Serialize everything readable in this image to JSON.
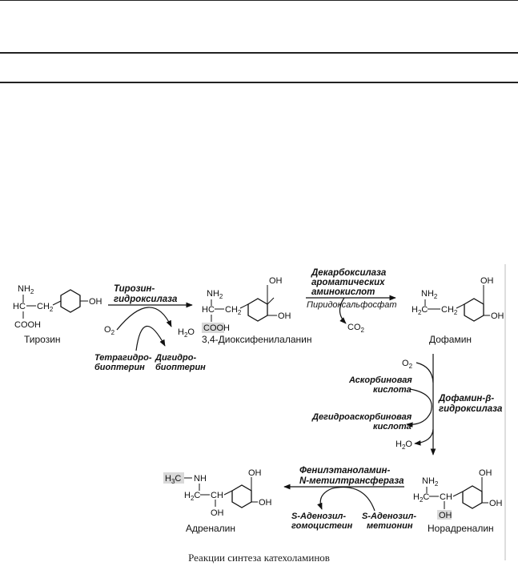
{
  "compounds": {
    "tyrosine": "Тирозин",
    "dopa": "3,4-Диоксифенилаланин",
    "dopamine": "Дофамин",
    "noradrenaline": "Норадреналин",
    "adrenaline": "Адреналин"
  },
  "enzymes": {
    "tyrosine_hydroxylase_1": "Тирозин-",
    "tyrosine_hydroxylase_2": "гидроксилаза",
    "decarboxylase_1": "Декарбоксилаза",
    "decarboxylase_2": "ароматических",
    "decarboxylase_3": "аминокислот",
    "dopamine_bh_1": "Дофамин-β-",
    "dopamine_bh_2": "гидроксилаза",
    "pnmt_1": "Фенилэтаноламин-",
    "pnmt_2": "N-метилтрансфераза"
  },
  "cofactors": {
    "thb_1": "Тетрагидро-",
    "thb_2": "биоптерин",
    "dhb_1": "Дигидро-",
    "dhb_2": "биоптерин",
    "plp": "Пиридоксальфосфат",
    "ascorbic_1": "Аскорбиновая",
    "ascorbic_2": "кислота",
    "dehydroascorbic_1": "Дегидроаскорбиновая",
    "dehydroascorbic_2": "кислота",
    "sam_1": "S-Аденозил-",
    "sam_2": "метионин",
    "sah_1": "S-Аденозил-",
    "sah_2": "гомоцистеин"
  },
  "caption": "Реакции синтеза катехоламинов"
}
